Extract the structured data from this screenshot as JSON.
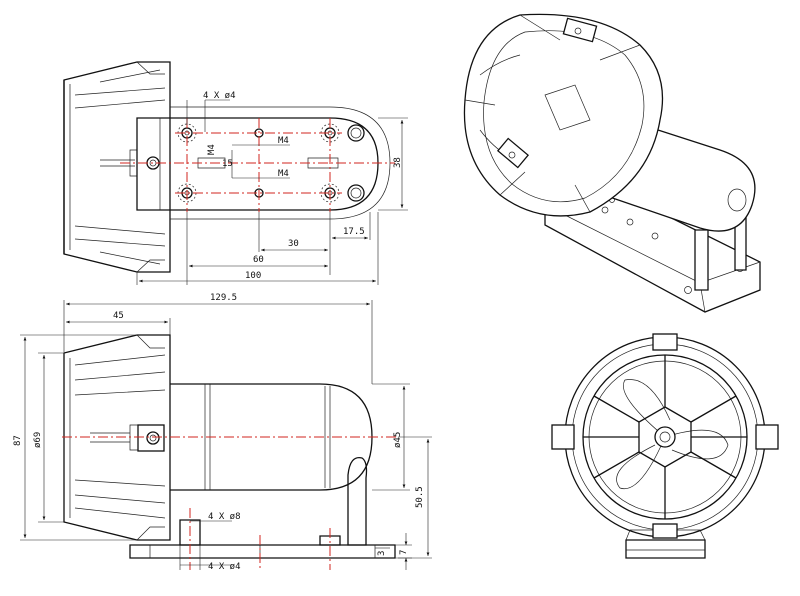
{
  "dimensions": {
    "top_view": {
      "holes_top": "4 X ø4",
      "thread_a": "M4",
      "thread_b": "M4",
      "thread_c": "M4",
      "inner_15": "15",
      "width_38": "38",
      "d_17_5": "17.5",
      "d_30": "30",
      "d_60": "60",
      "d_100": "100"
    },
    "side_view": {
      "length_129_5": "129.5",
      "d_45": "45",
      "height_87": "87",
      "dia_69": "ø69",
      "dia_45": "ø45",
      "h_50_5": "50.5",
      "holes_8": "4 X ø8",
      "holes_4": "4 X ø4",
      "d_7": "7",
      "d_3": "3"
    }
  }
}
